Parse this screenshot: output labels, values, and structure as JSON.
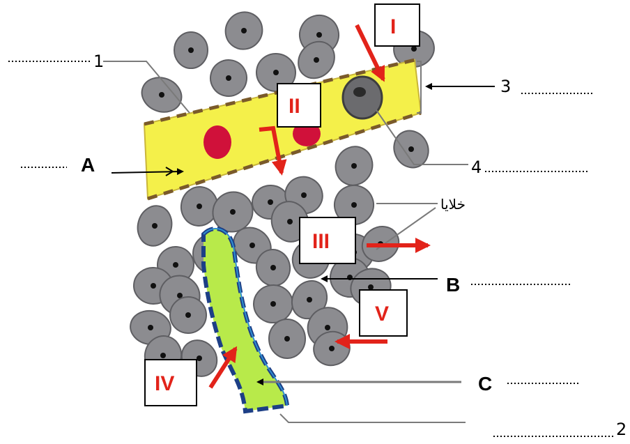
{
  "labels": {
    "n1": "1",
    "n2": "2",
    "n3": "3",
    "n4": "4",
    "A": "A",
    "B": "B",
    "C": "C",
    "arabic": "خلايا",
    "roman": [
      "I",
      "II",
      "III",
      "IV",
      "V"
    ]
  },
  "colors": {
    "capillary": "#f4f04a",
    "lymph_vessel": "#b8ea4a",
    "lymph_border": "#1d3f86",
    "cell_fill": "#8c8c90",
    "cell_stroke": "#5e5e62",
    "rbc": "#d0113a",
    "red_arrow": "#e2231a"
  }
}
